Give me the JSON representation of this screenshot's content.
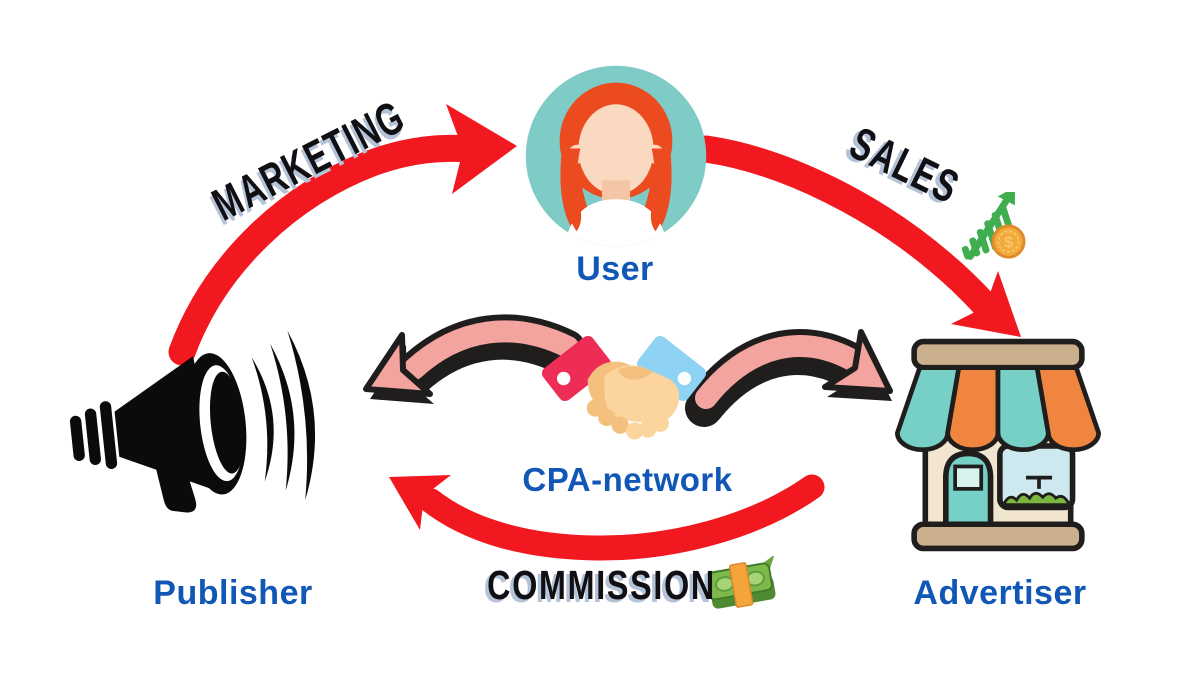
{
  "diagram": {
    "title_hidden": "",
    "nodes": {
      "user": {
        "label": "User",
        "icon": "user-avatar-icon"
      },
      "publisher": {
        "label": "Publisher",
        "icon": "megaphone-icon"
      },
      "advertiser": {
        "label": "Advertiser",
        "icon": "storefront-icon"
      },
      "cpa_network": {
        "label": "CPA-network",
        "icon": "handshake-icon"
      }
    },
    "arrows": {
      "marketing": {
        "label": "MARKETING",
        "from": "Publisher",
        "to": "User",
        "color": "#f2181f"
      },
      "sales": {
        "label": "SALES",
        "from": "User",
        "to": "Advertiser",
        "color": "#f2181f",
        "icon": "growth-chart-icon"
      },
      "commission": {
        "label": "COMMISSION",
        "from": "Advertiser",
        "to": "Publisher",
        "color": "#f2181f",
        "icon": "money-bundle-icon"
      },
      "network_to_publisher": {
        "from": "CPA-network",
        "to": "Publisher",
        "color": "#f4a49e"
      },
      "network_to_advertiser": {
        "from": "CPA-network",
        "to": "Advertiser",
        "color": "#f4a49e"
      }
    },
    "icons": {
      "coin_symbol": "$"
    },
    "colors": {
      "background": "#ffffff",
      "label_blue": "#1157b5",
      "arrow_red": "#f2181f",
      "arrow_pink": "#f4a49e",
      "outline_black": "#201d1d",
      "label_shadow": "#b4c3d8",
      "avatar_teal": "#7fccc7",
      "avatar_hair": "#eb4b1e",
      "avatar_skin": "#fad9c0",
      "store_teal": "#76d0c6",
      "store_orange": "#f0853f",
      "store_cream": "#f1e5d0",
      "store_tan": "#cab08d",
      "cuff_pink": "#ee2d56",
      "cuff_blue": "#8ed2f4",
      "hand_light": "#fbd49e",
      "hand_dark": "#f3c07e",
      "money_green": "#7db84a",
      "chart_green": "#3fae4e",
      "coin_gold": "#f3a93c"
    }
  }
}
